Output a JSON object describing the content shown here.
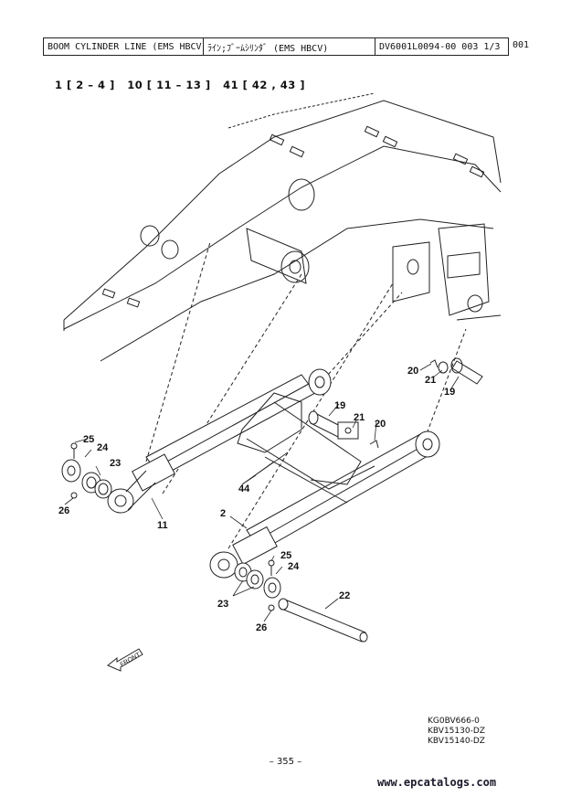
{
  "header": {
    "title": "BOOM CYLINDER LINE (EMS HBCV)",
    "title_jp": "ﾗｲﾝ;ﾌﾞｰﾑｼﾘﾝﾀﾞ (EMS HBCV)",
    "doc_ref": "DV6001L0094-00    003  1/3",
    "page_code": "001"
  },
  "subtitle": "1 [ 2 – 4 ]   10 [ 11 – 13 ]   41 [ 42 , 43 ]",
  "callouts": {
    "c2": "2",
    "c11": "11",
    "c19a": "19",
    "c19b": "19",
    "c20a": "20",
    "c20b": "20",
    "c21a": "21",
    "c21b": "21",
    "c22": "22",
    "c23a": "23",
    "c23b": "23",
    "c24a": "24",
    "c24b": "24",
    "c25a": "25",
    "c25b": "25",
    "c26a": "26",
    "c26b": "26",
    "c44": "44"
  },
  "front_label": "FRONT",
  "codes": [
    "KG0BV666-0",
    "KBV15130-DZ",
    "KBV15140-DZ"
  ],
  "page_number": "– 355 –",
  "website": "www.epcatalogs.com"
}
